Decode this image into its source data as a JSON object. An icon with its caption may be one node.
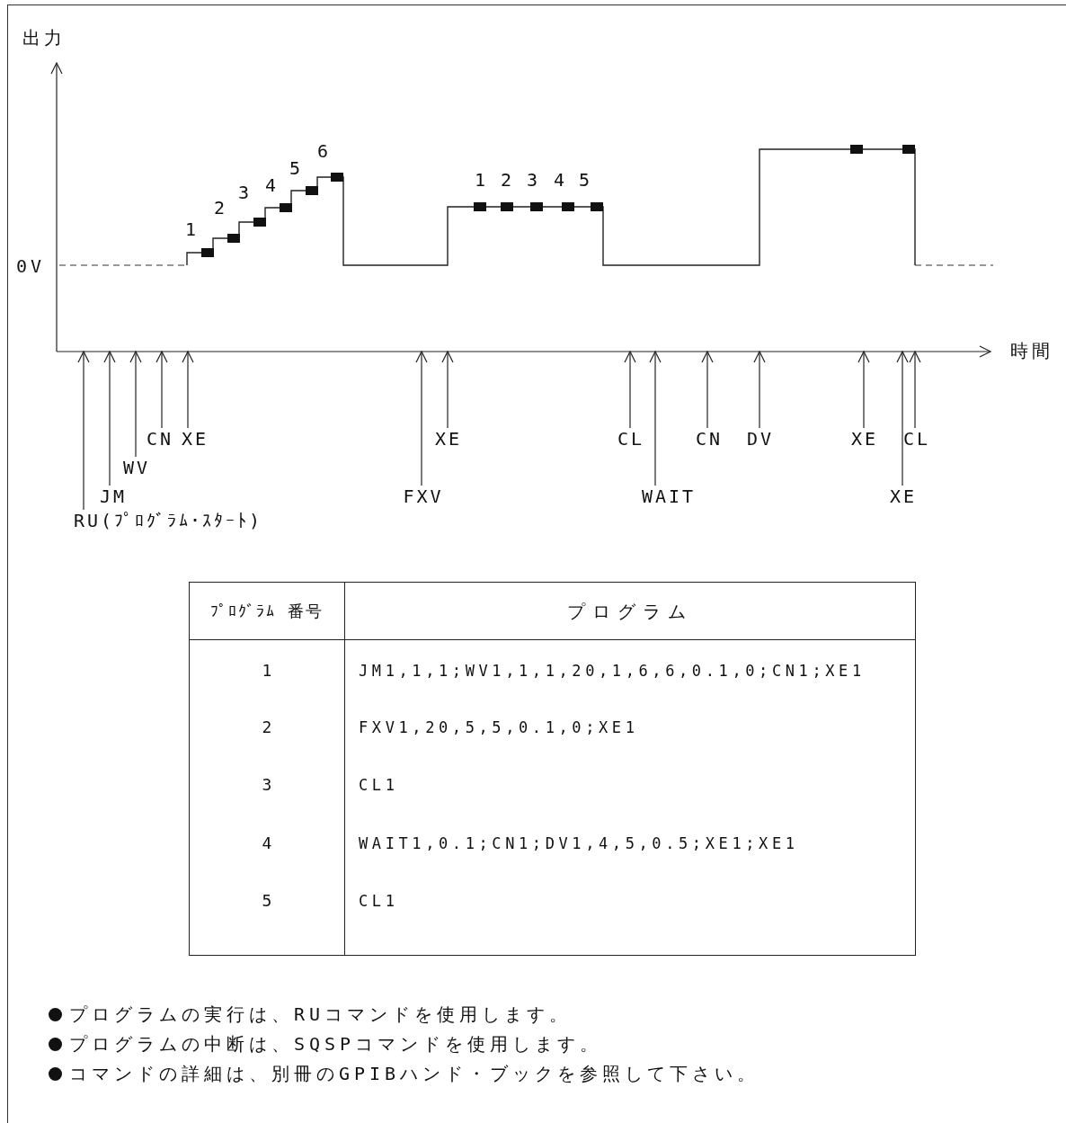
{
  "diagram": {
    "nodes": [
      {
        "text": [
          "RU(ﾌﾟﾛｸﾞﾗﾑ･ｽﾀｰﾄ)"
        ]
      },
      {
        "text": [
          "JM"
        ]
      },
      {
        "text": [
          "WV"
        ]
      },
      {
        "text": [
          "CN"
        ]
      },
      {
        "text": [
          "XE"
        ]
      },
      {
        "text": [
          "FXV"
        ]
      },
      {
        "text": [
          "XE"
        ]
      },
      {
        "text": [
          "CL"
        ]
      },
      {
        "text": [
          "WAIT"
        ]
      },
      {
        "text": [
          "CN"
        ]
      },
      {
        "text": [
          "DV"
        ]
      },
      {
        "text": [
          "XE"
        ]
      },
      {
        "text": [
          "XE"
        ]
      },
      {
        "text": [
          "CL"
        ]
      }
    ],
    "edges": [
      {
        "from": 0,
        "to": null,
        "arrow": "to"
      },
      {
        "from": 1,
        "to": null,
        "arrow": "to"
      },
      {
        "from": 2,
        "to": null,
        "arrow": "to"
      },
      {
        "from": 3,
        "to": null,
        "arrow": "to"
      },
      {
        "from": 4,
        "to": null,
        "arrow": "to"
      },
      {
        "from": 5,
        "to": null,
        "arrow": "to"
      },
      {
        "from": 6,
        "to": null,
        "arrow": "to"
      },
      {
        "from": 7,
        "to": null,
        "arrow": "to"
      },
      {
        "from": 8,
        "to": null,
        "arrow": "to"
      },
      {
        "from": 9,
        "to": null,
        "arrow": "to"
      },
      {
        "from": 10,
        "to": null,
        "arrow": "to"
      },
      {
        "from": 11,
        "to": null,
        "arrow": "to"
      },
      {
        "from": 12,
        "to": null,
        "arrow": "to"
      },
      {
        "from": 13,
        "to": null,
        "arrow": "to"
      }
    ],
    "labels": [
      "出力",
      "1",
      "2",
      "3",
      "4",
      "5",
      "6",
      "1",
      "2",
      "3",
      "4",
      "5",
      "0V",
      "時間",
      "ﾌﾟﾛｸﾞﾗﾑ 番号",
      "プログラム",
      "1",
      "JM1,1,1;WV1,1,1,20,1,6,6,0.1,0;CN1;XE1",
      "2",
      "FXV1,20,5,5,0.1,0;XE1",
      "3",
      "CL1",
      "4",
      "WAIT1,0.1;CN1;DV1,4,5,0.5;XE1;XE1",
      "5",
      "CL1",
      "プログラムの実行は、RUコマンドを使用します。",
      "プログラムの中断は、SQSPコマンドを使用します。",
      "コマンドの詳細は、別冊のGPIBハンド・ブックを参照して下さい。"
    ]
  }
}
